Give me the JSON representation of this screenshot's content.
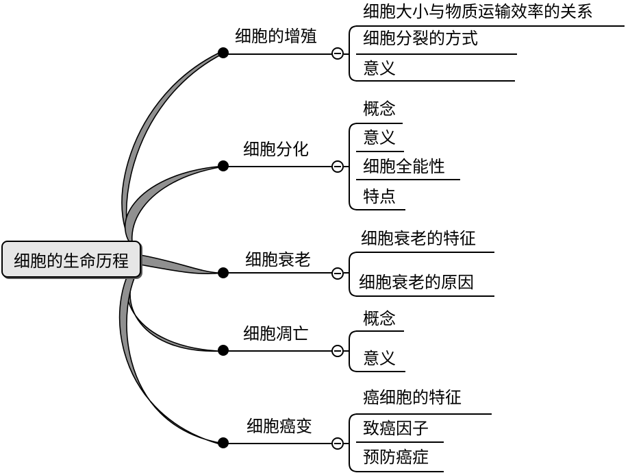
{
  "root": {
    "label": "细胞的生命历程"
  },
  "branches": [
    {
      "label": "细胞的增殖",
      "children": [
        "细胞大小与物质运输效率的关系",
        "细胞分裂的方式",
        "意义"
      ]
    },
    {
      "label": "细胞分化",
      "children": [
        "概念",
        "意义",
        "细胞全能性",
        "特点"
      ]
    },
    {
      "label": "细胞衰老",
      "children": [
        "细胞衰老的特征",
        "细胞衰老的原因"
      ]
    },
    {
      "label": "细胞凋亡",
      "children": [
        "概念",
        "意义"
      ]
    },
    {
      "label": "细胞癌变",
      "children": [
        "癌细胞的特征",
        "致癌因子",
        "预防癌症"
      ]
    }
  ],
  "colors": {
    "line": "#000000",
    "connector_fill": "#909090",
    "root_fill": "#e6e6e6"
  }
}
